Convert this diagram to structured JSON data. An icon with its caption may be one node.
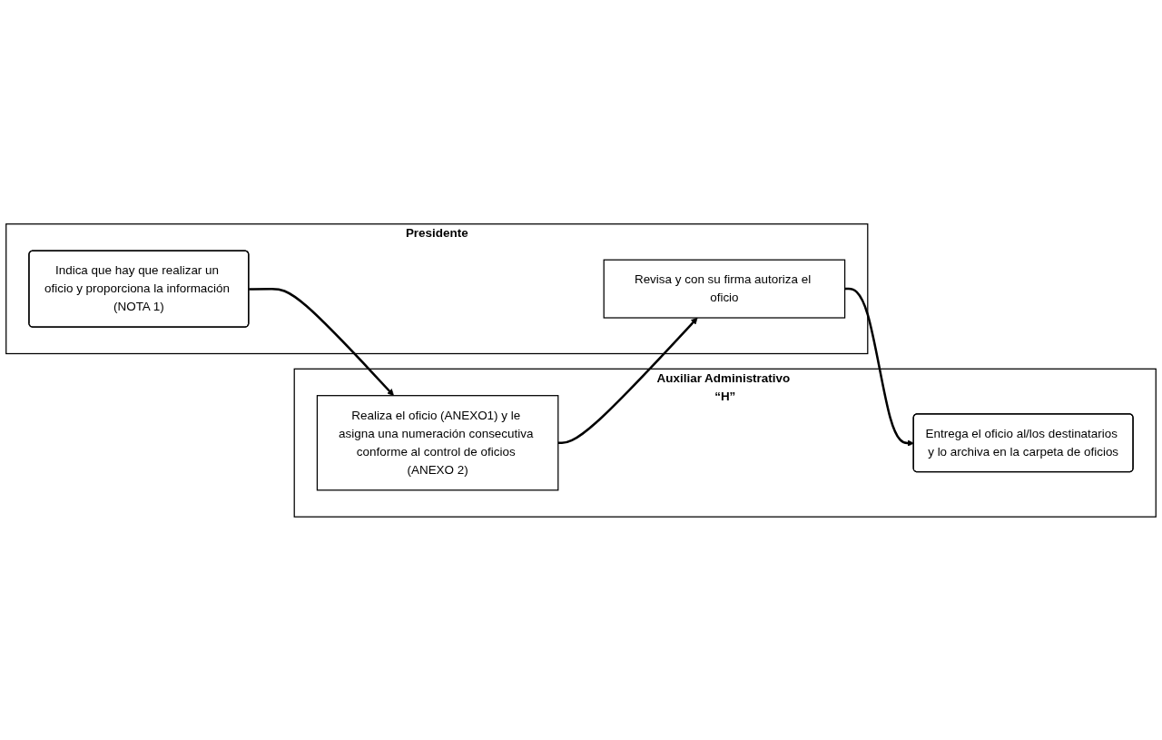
{
  "diagram": {
    "nodes": [
      {
        "text": [
          "Auxiliar Administrativo “H”"
        ]
      },
      {
        "text": [
          "Presidente"
        ]
      },
      {
        "text": [
          "Indica que hay que realizar un oficio y proporciona la información (NOTA 1)"
        ],
        "in": 1
      },
      {
        "text": [
          "Realiza el oficio (ANEXO1) y le asigna una numeración consecutiva conforme al control de oficios (ANEXO 2)"
        ],
        "in": 0
      },
      {
        "text": [
          "Revisa y con su firma autoriza el oficio"
        ],
        "in": 1
      },
      {
        "text": [
          "Entrega el oficio al/los destinatarios y lo archiva en la carpeta de oficios"
        ],
        "in": 0
      }
    ],
    "edges": [
      {
        "from": 2,
        "to": 3,
        "arrow": "to"
      },
      {
        "from": 3,
        "to": 4,
        "arrow": "to"
      },
      {
        "from": 4,
        "to": 5,
        "arrow": "to"
      }
    ]
  }
}
